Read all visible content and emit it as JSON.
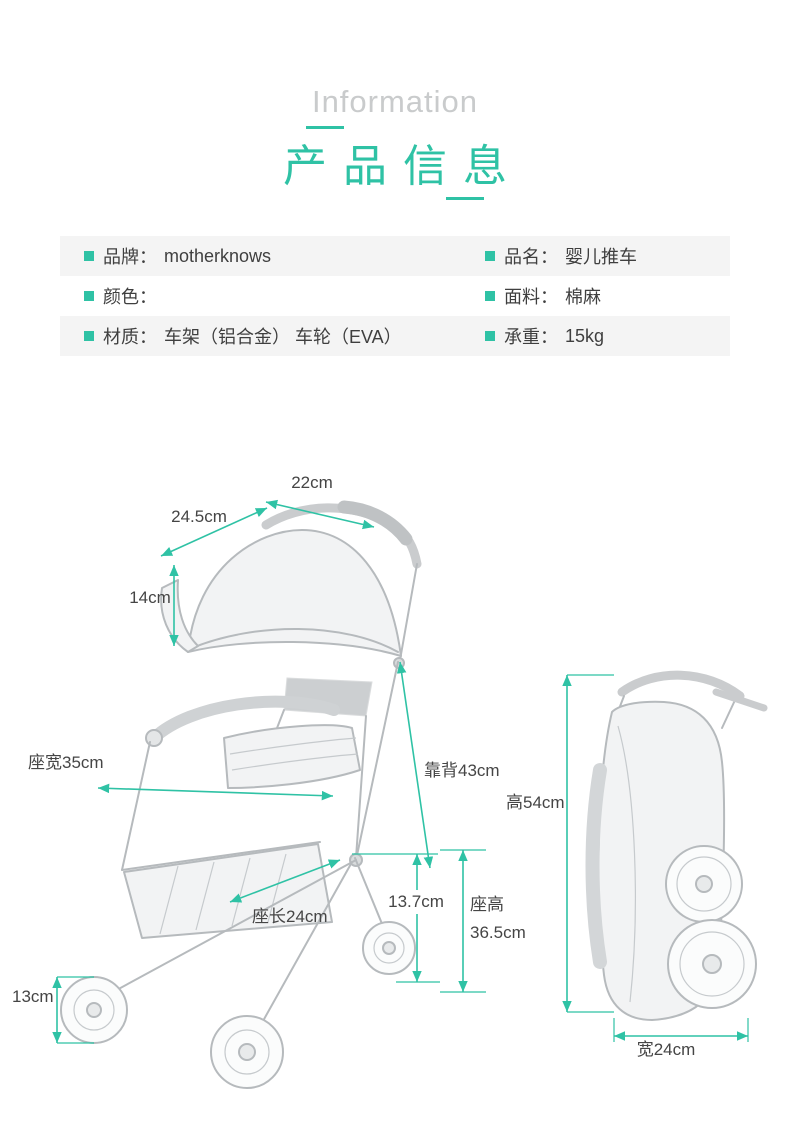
{
  "header": {
    "subtitle": "Information",
    "title": "产品信息"
  },
  "colors": {
    "accent": "#2fc2a5",
    "row_shade": "#f4f4f4",
    "label_text": "#3f3f3f",
    "subtitle_gray": "#c9cbcc",
    "sketch_line": "#b6babd"
  },
  "specs": {
    "rows": [
      {
        "left_label": "品牌：",
        "left_value": "motherknows",
        "right_label": "品名：",
        "right_value": "婴儿推车"
      },
      {
        "left_label": "颜色：",
        "left_value": "",
        "right_label": "面料：",
        "right_value": "棉麻"
      },
      {
        "left_label": "材质：",
        "left_value": "车架（铝合金） 车轮（EVA）",
        "right_label": "承重：",
        "right_value": "15kg"
      }
    ]
  },
  "diagram": {
    "dims": {
      "handle_width": "22cm",
      "canopy_slant": "24.5cm",
      "canopy_height": "14cm",
      "seat_width": "座宽35cm",
      "backrest": "靠背43cm",
      "seat_length": "座长24cm",
      "front_wheel_height": "13.7cm",
      "seat_height_label": "座高",
      "seat_height_value": "36.5cm",
      "wheel_diameter": "13cm",
      "folded_height": "高54cm",
      "folded_width": "宽24cm"
    }
  }
}
